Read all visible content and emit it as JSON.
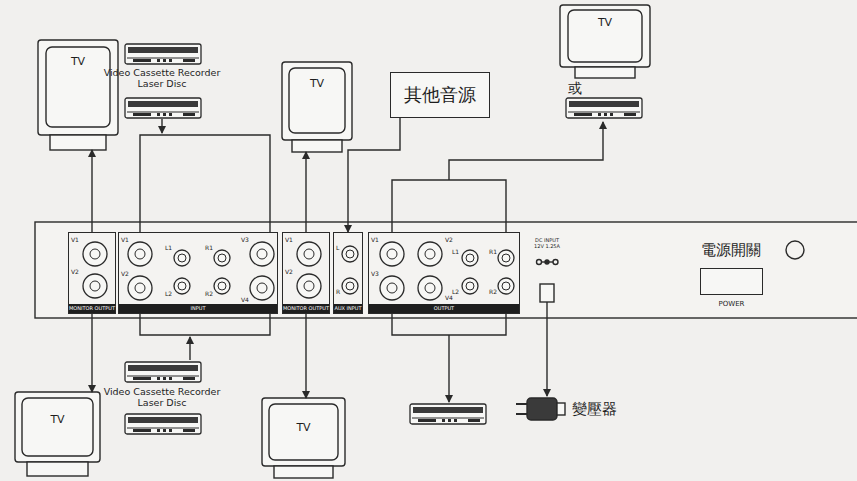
{
  "diagram": {
    "nodes": [
      {
        "text": [
          "TV"
        ]
      },
      {
        "text": [
          "TV"
        ]
      },
      {
        "text": [
          "其他音源"
        ]
      },
      {
        "text": [
          "TV"
        ]
      },
      {
        "text": [
          "V1",
          "V2",
          "MONITOR OUTPUT"
        ]
      },
      {
        "text": [
          "V1",
          "L1",
          "R1",
          "V3",
          "V2",
          "L2",
          "R2",
          "V4",
          "INPUT"
        ]
      },
      {
        "text": [
          "V1",
          "V2",
          "MONITOR OUTPUT"
        ]
      },
      {
        "text": [
          "L",
          "R",
          "AUX INPUT"
        ]
      },
      {
        "text": [
          "V1",
          "V2",
          "L1",
          "R1",
          "V3",
          "V4",
          "L2",
          "R2",
          "OUTPUT"
        ]
      },
      {
        "text": [
          "電源開關",
          "POWER"
        ]
      },
      {
        "text": [
          "TV"
        ]
      },
      {
        "text": [
          "TV"
        ]
      }
    ],
    "edges": [
      {
        "from": 4,
        "to": 0,
        "arrow": "to"
      },
      {
        "from": 4,
        "to": 10,
        "arrow": "to"
      },
      {
        "from": 6,
        "to": 1,
        "arrow": "to"
      },
      {
        "from": 6,
        "to": 11,
        "arrow": "to"
      },
      {
        "from": 2,
        "to": 7,
        "arrow": "to"
      }
    ],
    "labels": [
      "Video Cassette Recorder Laser Disc",
      "或",
      "DC INPUT 12V 1.25A",
      "Video Cassette Recorder Laser Disc",
      "變壓器"
    ]
  }
}
